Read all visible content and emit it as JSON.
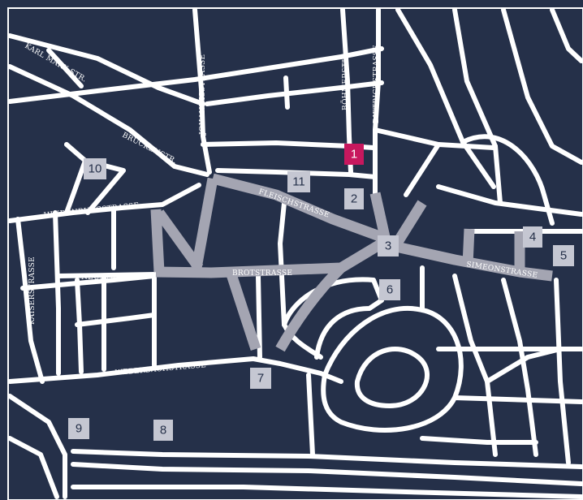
{
  "map": {
    "colors": {
      "background": "#253049",
      "road": "#ffffff",
      "pedestrian_zone": "#a4a5b2",
      "marker": "#c5c7d2",
      "marker_highlight": "#c8185e"
    },
    "street_labels": {
      "karl_marx": "KARL MARX STR.",
      "johannis": "JOHANNISSTRASSE",
      "boehmer": "BÖHMERSTR.",
      "dietrich": "DIETRICHSTRASSE",
      "bruecken": "BRÜCKENSTR.",
      "fleisch": "FLEISCHSTRASSE",
      "hindenburg": "HINDENBURGSTRASSE",
      "neu": "NEUSTRASSE",
      "brot": "BROTSTRASSE",
      "simeon": "SIMEONSTRASSE",
      "kaiser": "KAISERSTRASSE",
      "weberbach": "WEBERBACHSTRASSE"
    },
    "markers": [
      {
        "label": "1",
        "highlight": true
      },
      {
        "label": "2"
      },
      {
        "label": "3"
      },
      {
        "label": "4"
      },
      {
        "label": "5"
      },
      {
        "label": "6"
      },
      {
        "label": "7"
      },
      {
        "label": "8"
      },
      {
        "label": "9"
      },
      {
        "label": "10"
      },
      {
        "label": "11"
      }
    ]
  }
}
